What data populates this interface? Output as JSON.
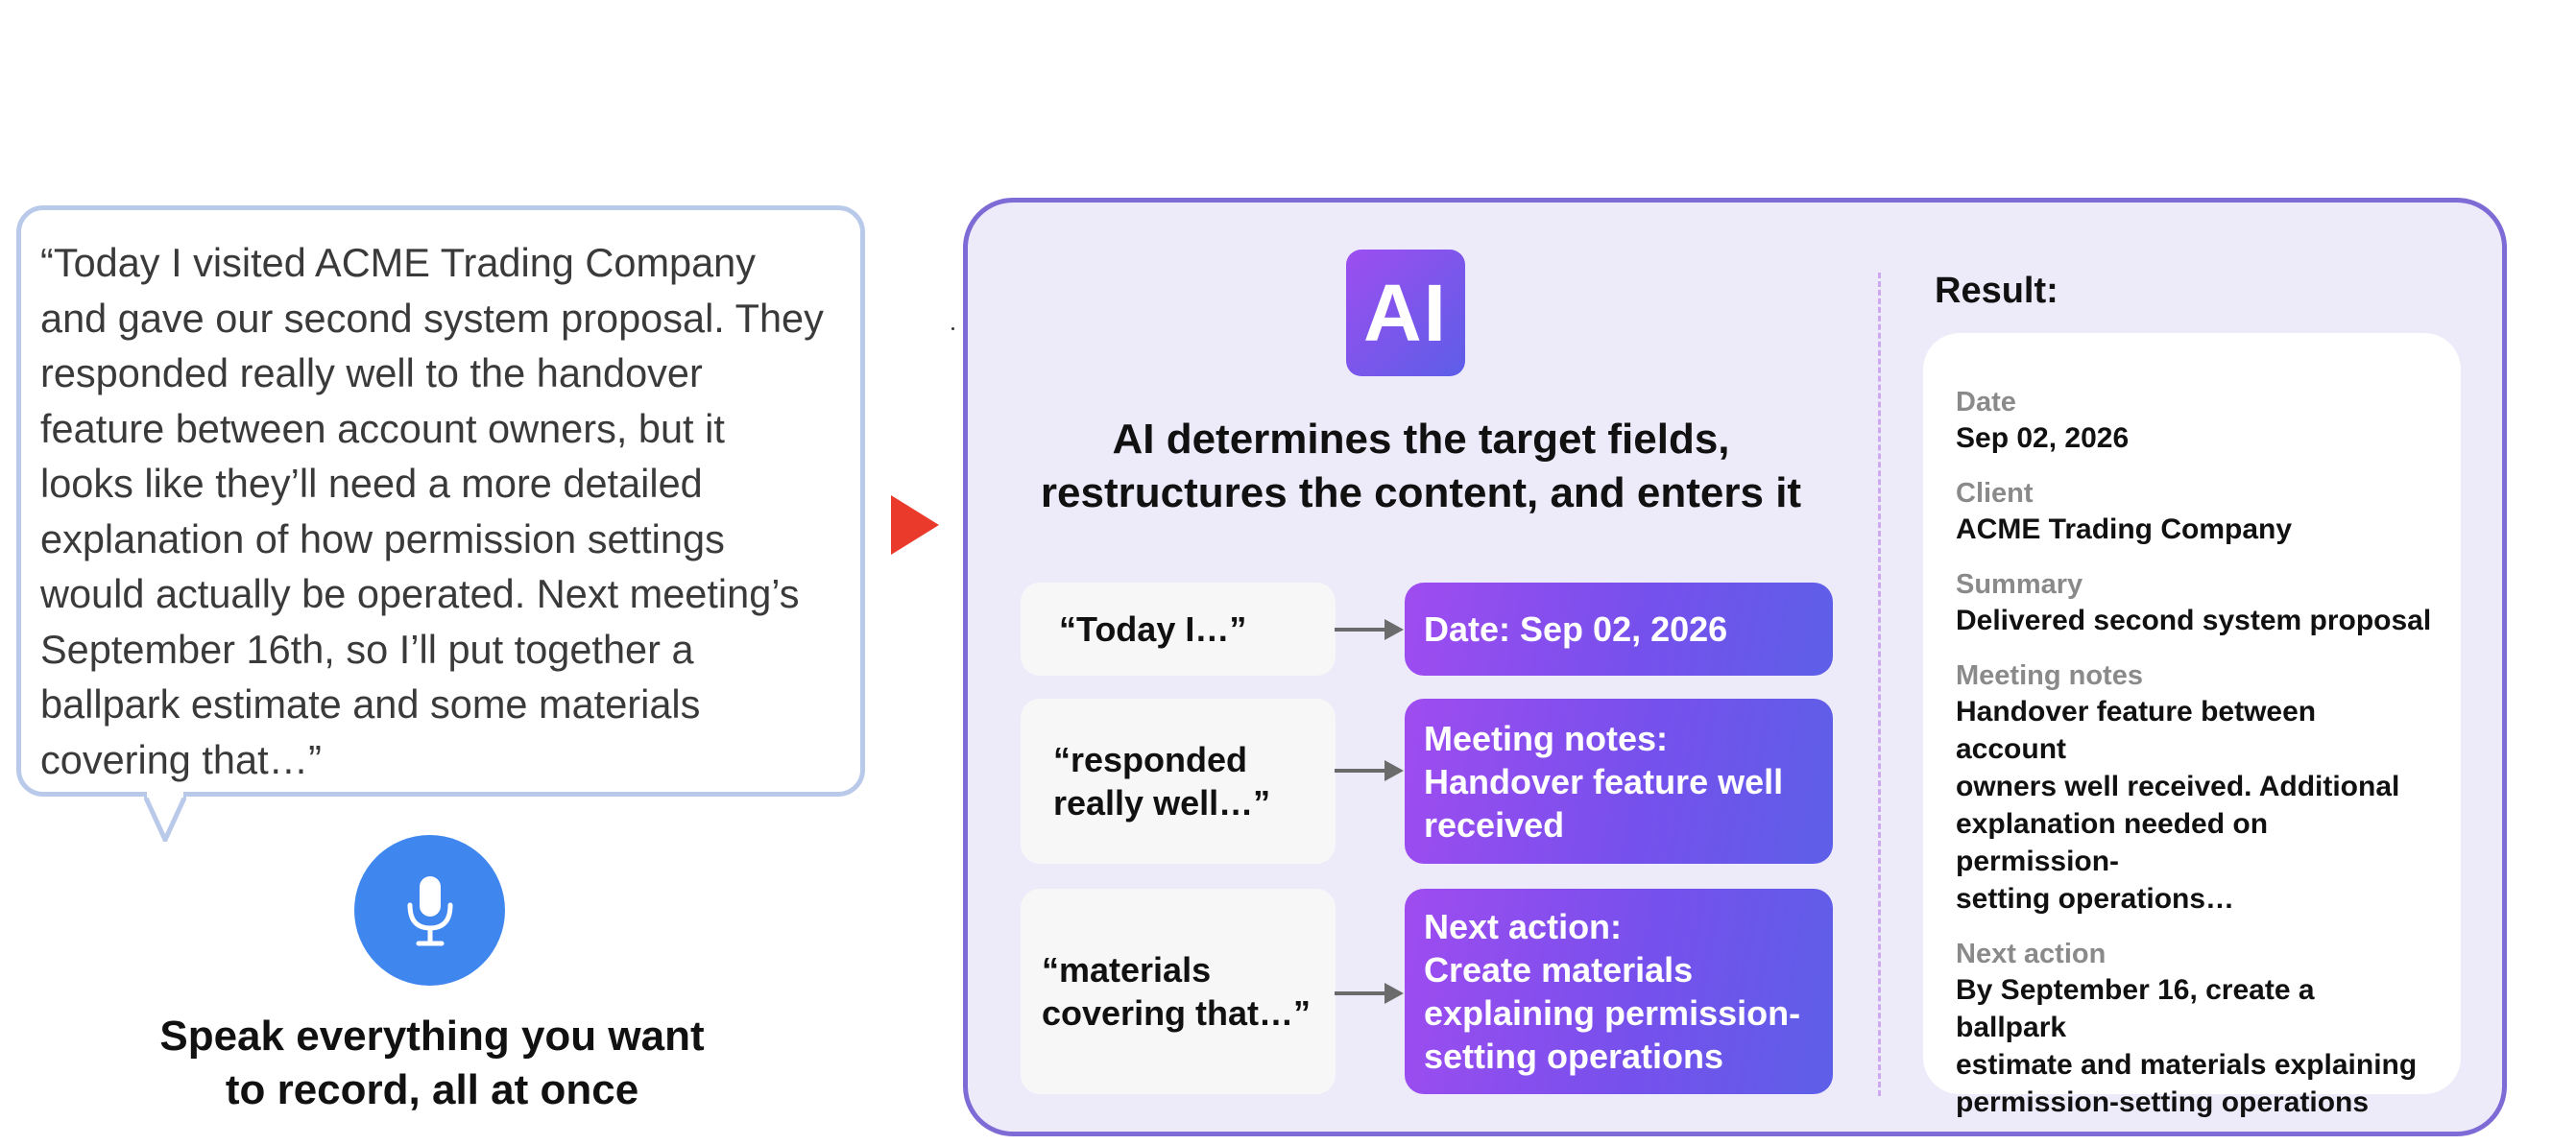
{
  "speech": {
    "quote": "“Today I visited ACME Trading Company\nand gave our second system proposal. They\nresponded really well to the handover\nfeature between account owners, but it\nlooks like they’ll need a more detailed\nexplanation of how permission settings\nwould actually be operated. Next meeting’s\nSeptember 16th, so I’ll put together a\nballpark estimate and some materials\ncovering that…”",
    "caption": "Speak everything you want\nto record, all at once"
  },
  "panel": {
    "logo_text": "AI",
    "heading": "AI determines the target fields,\nrestructures the content, and enters it"
  },
  "mappings": [
    {
      "quote": "“Today I…”",
      "field": "Date: Sep 02, 2026"
    },
    {
      "quote": "“responded\nreally well…”",
      "field": "Meeting notes:\nHandover feature well\nreceived"
    },
    {
      "quote": "“materials\ncovering that…”",
      "field": "Next action:\nCreate materials\nexplaining permission-\nsetting operations"
    }
  ],
  "result": {
    "title": "Result:",
    "fields": [
      {
        "label": "Date",
        "value": "Sep 02, 2026"
      },
      {
        "label": "Client",
        "value": "ACME Trading Company"
      },
      {
        "label": "Summary",
        "value": "Delivered second system proposal"
      },
      {
        "label": "Meeting notes",
        "value": "Handover feature between account\nowners well received. Additional\nexplanation needed on permission-\nsetting operations…"
      },
      {
        "label": "Next action",
        "value": "By September 16, create a ballpark\nestimate and materials explaining\npermission-setting operations"
      }
    ]
  },
  "icons": {
    "mic": "microphone-icon",
    "play": "play-arrow-icon",
    "flow": "right-arrow-icon"
  },
  "colors": {
    "bubble_border": "#b9c9ea",
    "mic_bg": "#3f86ef",
    "red_arrow": "#ea3a2c",
    "panel_border": "#7e6bd6",
    "panel_bg": "#edeafa",
    "gradient_start": "#9f4cf0",
    "gradient_end": "#5d5fe8"
  }
}
